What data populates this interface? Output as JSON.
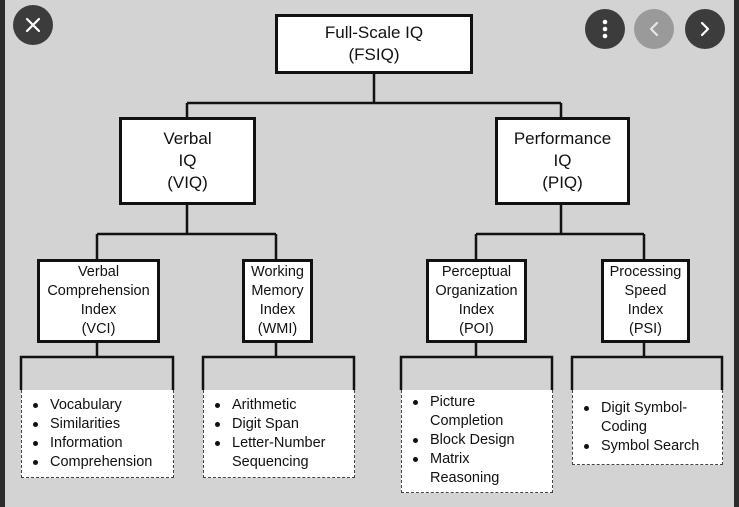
{
  "root": {
    "lines": [
      "Full-Scale IQ",
      "(FSIQ)"
    ]
  },
  "branches": [
    {
      "lines": [
        "Verbal",
        "IQ",
        "(VIQ)"
      ]
    },
    {
      "lines": [
        "Performance",
        "IQ",
        "(PIQ)"
      ]
    }
  ],
  "indexes": [
    {
      "lines": [
        "Verbal",
        "Comprehension",
        "Index",
        "(VCI)"
      ],
      "items": [
        [
          "Vocabulary"
        ],
        [
          "Similarities"
        ],
        [
          "Information"
        ],
        [
          "Comprehension"
        ]
      ]
    },
    {
      "lines": [
        "Working",
        "Memory",
        "Index",
        "(WMI)"
      ],
      "items": [
        [
          "Arithmetic"
        ],
        [
          "Digit Span"
        ],
        [
          "Letter-Number",
          "Sequencing"
        ]
      ]
    },
    {
      "lines": [
        "Perceptual",
        "Organization",
        "Index",
        "(POI)"
      ],
      "items": [
        [
          "Picture",
          "Completion"
        ],
        [
          "Block Design"
        ],
        [
          "Matrix",
          "Reasoning"
        ]
      ]
    },
    {
      "lines": [
        "Processing",
        "Speed",
        "Index",
        "(PSI)"
      ],
      "items": [
        [
          "Digit Symbol-",
          "Coding"
        ],
        [
          "Symbol Search"
        ]
      ]
    }
  ],
  "controls": {
    "close_icon": "close-icon",
    "more_icon": "more-vert-icon",
    "prev_icon": "chevron-left-icon",
    "next_icon": "chevron-right-icon"
  },
  "colors": {
    "backdrop": "#2b2b2b",
    "diagram_bg": "#d3d3d3",
    "box_border": "#111111",
    "button_dark": "#3c3c3c",
    "button_disabled": "#9a9a9a"
  }
}
